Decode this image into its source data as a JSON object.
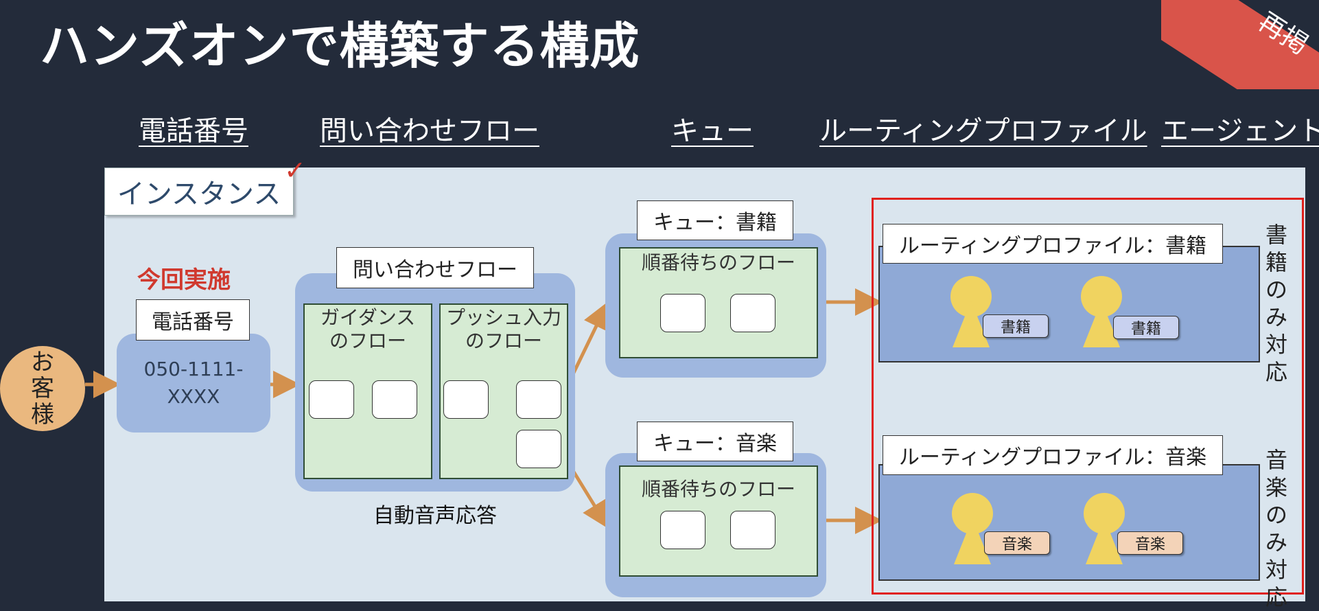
{
  "title": "ハンズオンで構築する構成",
  "corner_badge": "再掲",
  "headers": [
    "電話番号",
    "問い合わせフロー",
    "キュー",
    "ルーティングプロファイル",
    "エージェント"
  ],
  "instance_label": "インスタンス",
  "customer": [
    "お",
    "客",
    "様"
  ],
  "phone": {
    "note": "今回実施",
    "label": "電話番号",
    "number_line1": "050-1111-",
    "number_line2": "XXXX"
  },
  "contact_flow": {
    "label": "問い合わせフロー",
    "guidance": [
      "ガイダンス",
      "のフロー"
    ],
    "push": [
      "プッシュ入力",
      "のフロー"
    ],
    "caption": "自動音声応答"
  },
  "queues": [
    {
      "label": "キュー：書籍",
      "flow": "順番待ちのフロー"
    },
    {
      "label": "キュー：音楽",
      "flow": "順番待ちのフロー"
    }
  ],
  "routing_profiles": [
    {
      "label": "ルーティングプロファイル：書籍",
      "badge": "書籍",
      "note": [
        "書",
        "籍",
        "の",
        "み",
        "対",
        "応"
      ]
    },
    {
      "label": "ルーティングプロファイル：音楽",
      "badge": "音楽",
      "note": [
        "音",
        "楽",
        "の",
        "み",
        "対",
        "応"
      ]
    }
  ],
  "colors": {
    "background": "#232b3a",
    "panel": "#dae5ee",
    "accent_red": "#d0392e",
    "arrow": "#d3914e",
    "agent": "#f0d360"
  }
}
